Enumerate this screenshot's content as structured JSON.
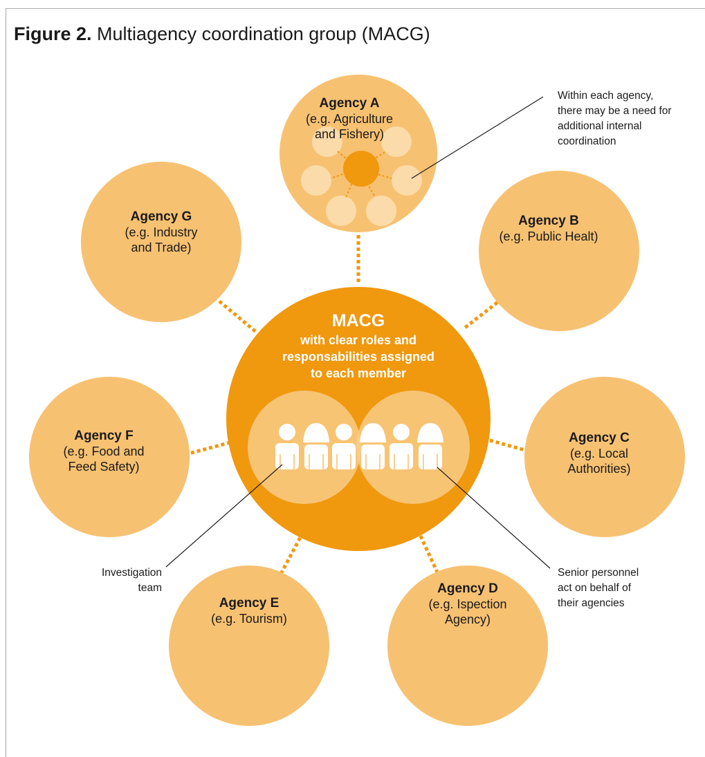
{
  "figure": {
    "label": "Figure 2.",
    "title": "Multiagency coordination group (MACG)"
  },
  "colors": {
    "agency_fill": "#f7c172",
    "macg_fill": "#f0980e",
    "connector": "#f0980e",
    "team_fill": "#f9cf8e"
  },
  "center": {
    "title": "MACG",
    "line1": "with clear roles and",
    "line2": "responsabilities assigned",
    "line3": "to each member",
    "people_icons": [
      "person-icon",
      "person-female-icon",
      "person-icon",
      "person-female-icon",
      "person-icon",
      "person-female-icon"
    ]
  },
  "agencies": {
    "a": {
      "name": "Agency A",
      "line1": "(e.g. Agriculture",
      "line2": "and Fishery)"
    },
    "b": {
      "name": "Agency B",
      "line1": "(e.g. Public Healt)"
    },
    "c": {
      "name": "Agency C",
      "line1": "(e.g. Local",
      "line2": "Authorities)"
    },
    "d": {
      "name": "Agency D",
      "line1": "(e.g. Ispection",
      "line2": "Agency)"
    },
    "e": {
      "name": "Agency E",
      "line1": "(e.g. Tourism)"
    },
    "f": {
      "name": "Agency F",
      "line1": "(e.g. Food and",
      "line2": "Feed Safety)"
    },
    "g": {
      "name": "Agency G",
      "line1": "(e.g. Industry",
      "line2": "and Trade)"
    }
  },
  "callouts": {
    "internal": [
      "Within each agency,",
      "there may be a need for",
      "additional internal",
      "coordination"
    ],
    "investigation": [
      "Investigation",
      "team"
    ],
    "senior": [
      "Senior personnel",
      "act on behalf of",
      "their agencies"
    ]
  }
}
